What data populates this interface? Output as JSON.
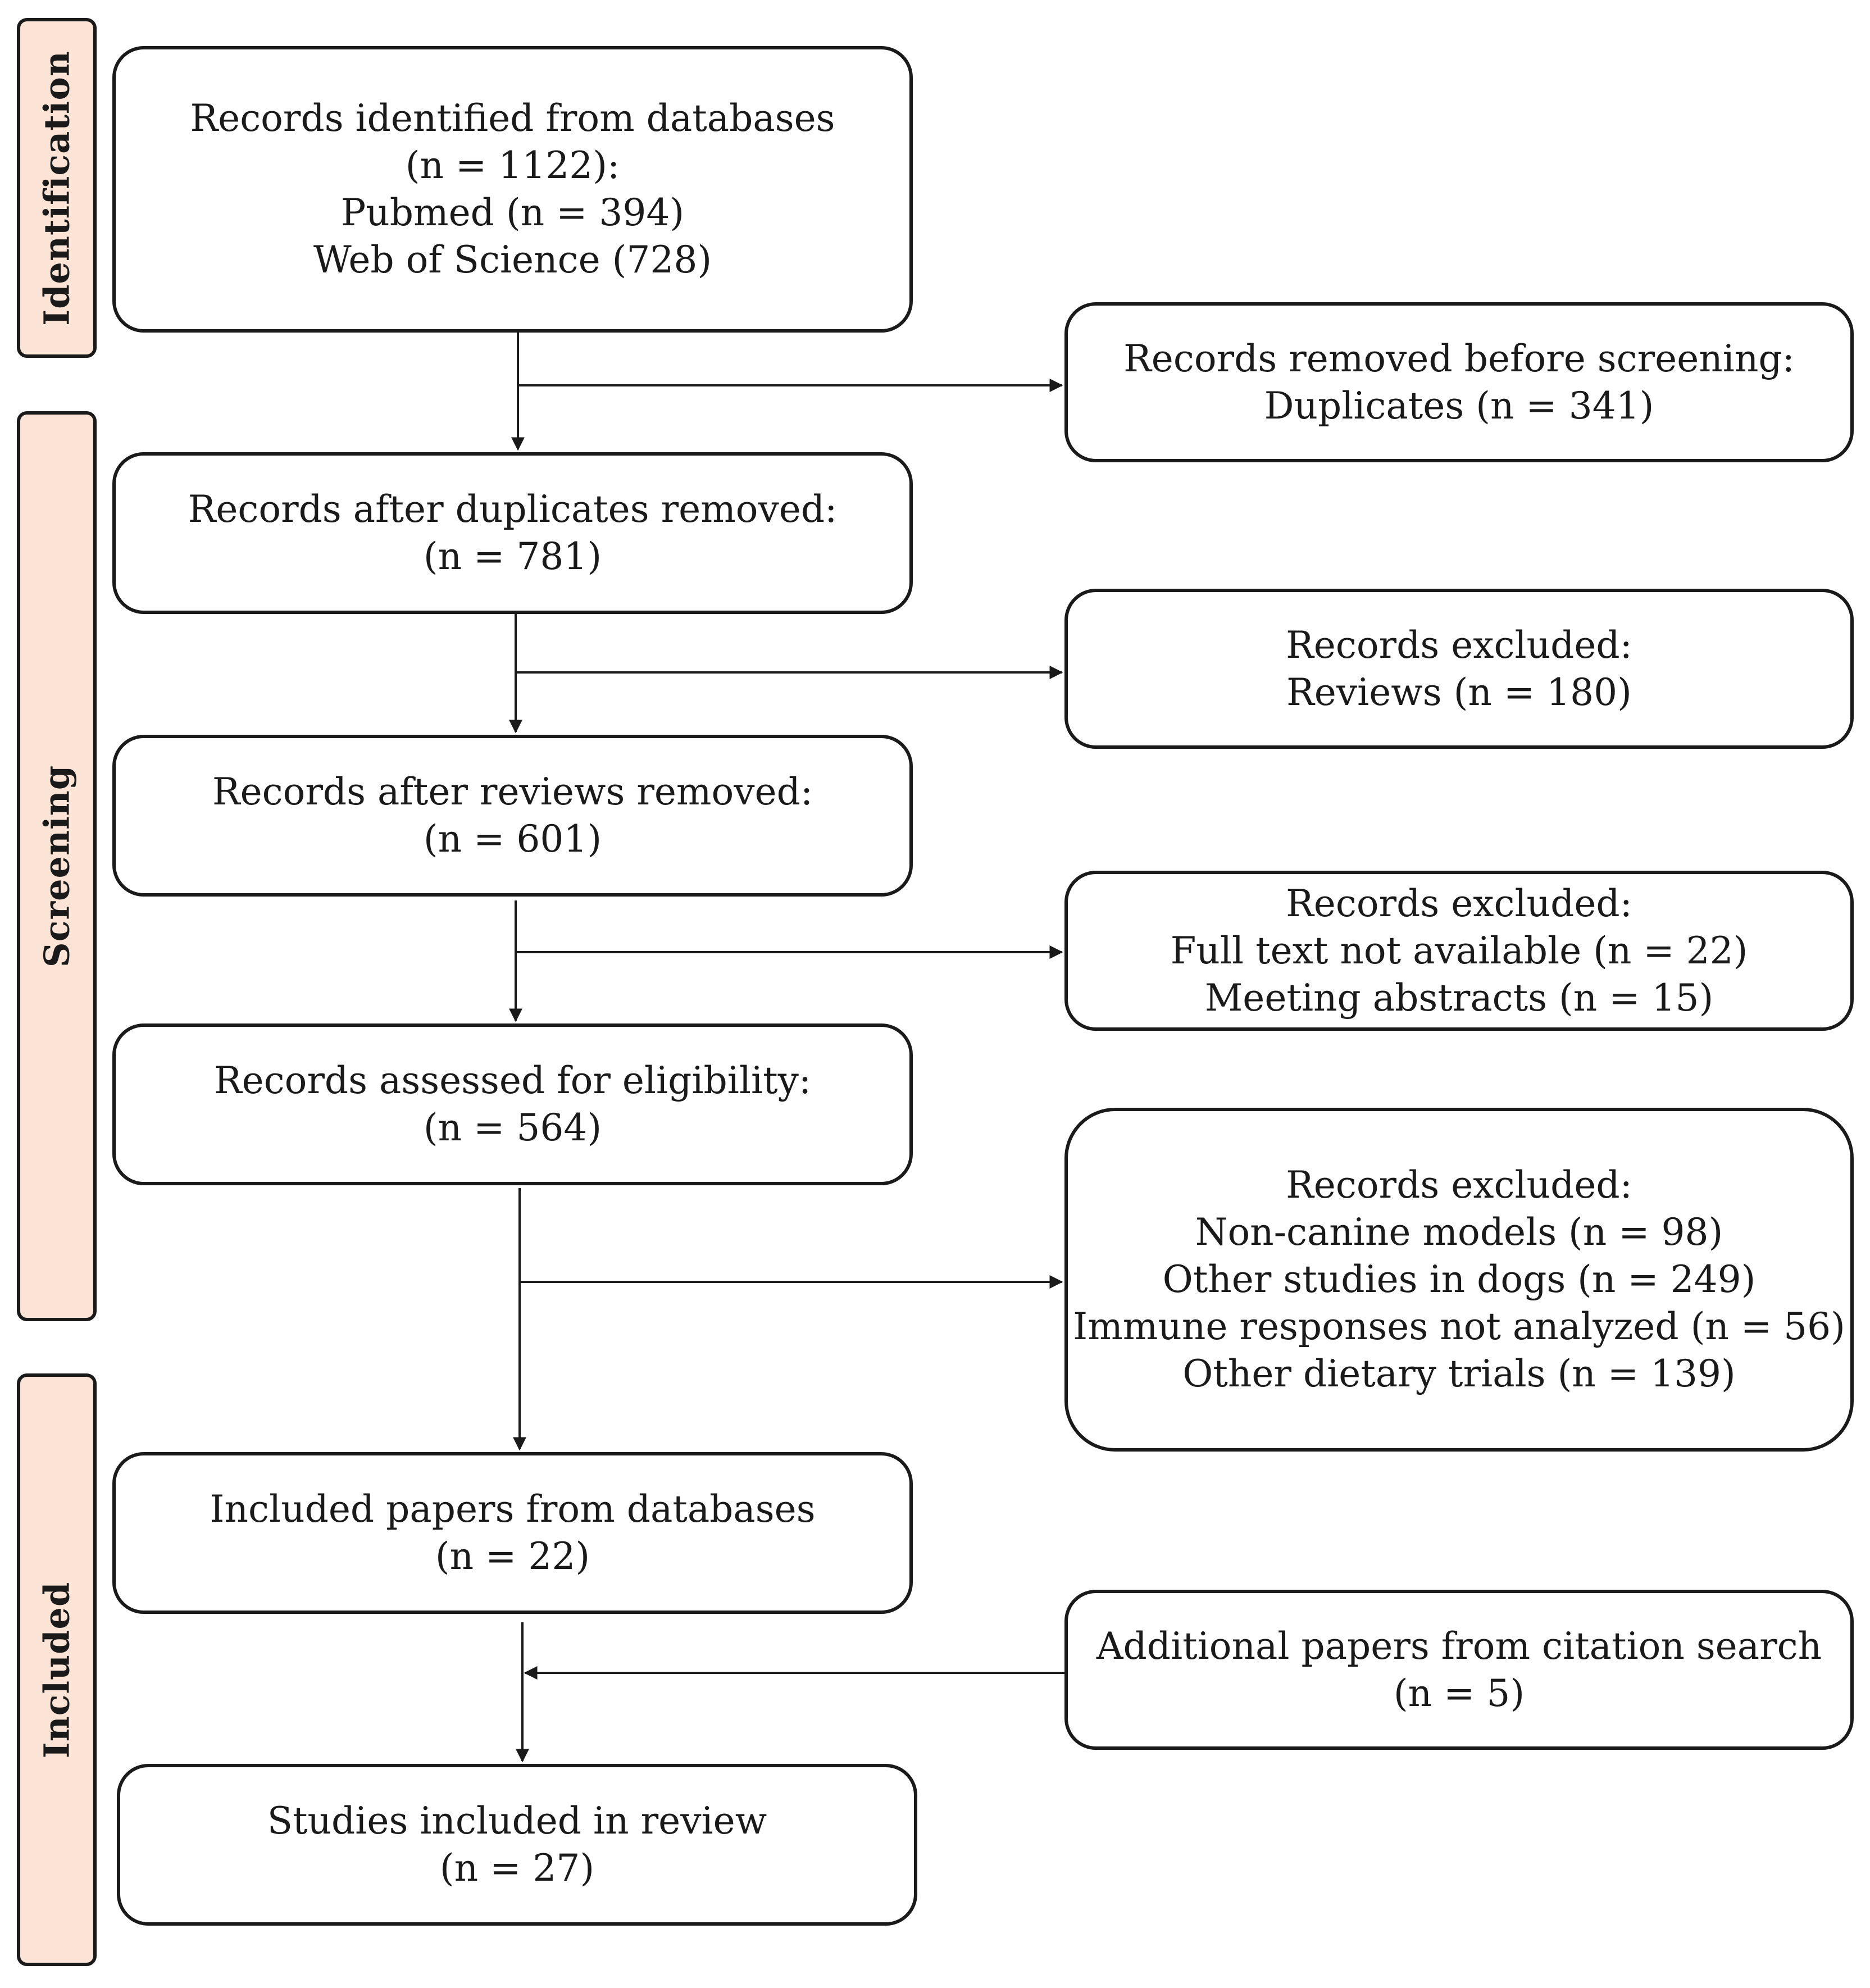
{
  "phases": {
    "identification": "Identification",
    "screening": "Screening",
    "included": "Included"
  },
  "boxes": {
    "identified": [
      "Records identified from databases",
      "(n = 1122):",
      "Pubmed (n = 394)",
      "Web of Science (728)"
    ],
    "removed_before": [
      "Records removed before screening:",
      "Duplicates (n = 341)"
    ],
    "after_duplicates": [
      "Records after duplicates removed:",
      "(n = 781)"
    ],
    "excluded_reviews": [
      "Records excluded:",
      "Reviews (n = 180)"
    ],
    "after_reviews": [
      "Records after reviews removed:",
      "(n = 601)"
    ],
    "excluded_fulltext": [
      "Records excluded:",
      "Full text not available (n = 22)",
      "Meeting abstracts (n = 15)"
    ],
    "assessed": [
      "Records assessed for eligibility:",
      "(n = 564)"
    ],
    "excluded_eligibility": [
      "Records excluded:",
      "Non-canine models (n = 98)",
      "Other studies in dogs (n = 249)",
      "Immune responses not analyzed (n = 56)",
      "Other dietary trials (n = 139)"
    ],
    "included_databases": [
      "Included papers from databases",
      "(n = 22)"
    ],
    "additional": [
      "Additional papers from citation search",
      "(n = 5)"
    ],
    "studies_included": [
      "Studies included in review",
      "(n = 27)"
    ]
  }
}
